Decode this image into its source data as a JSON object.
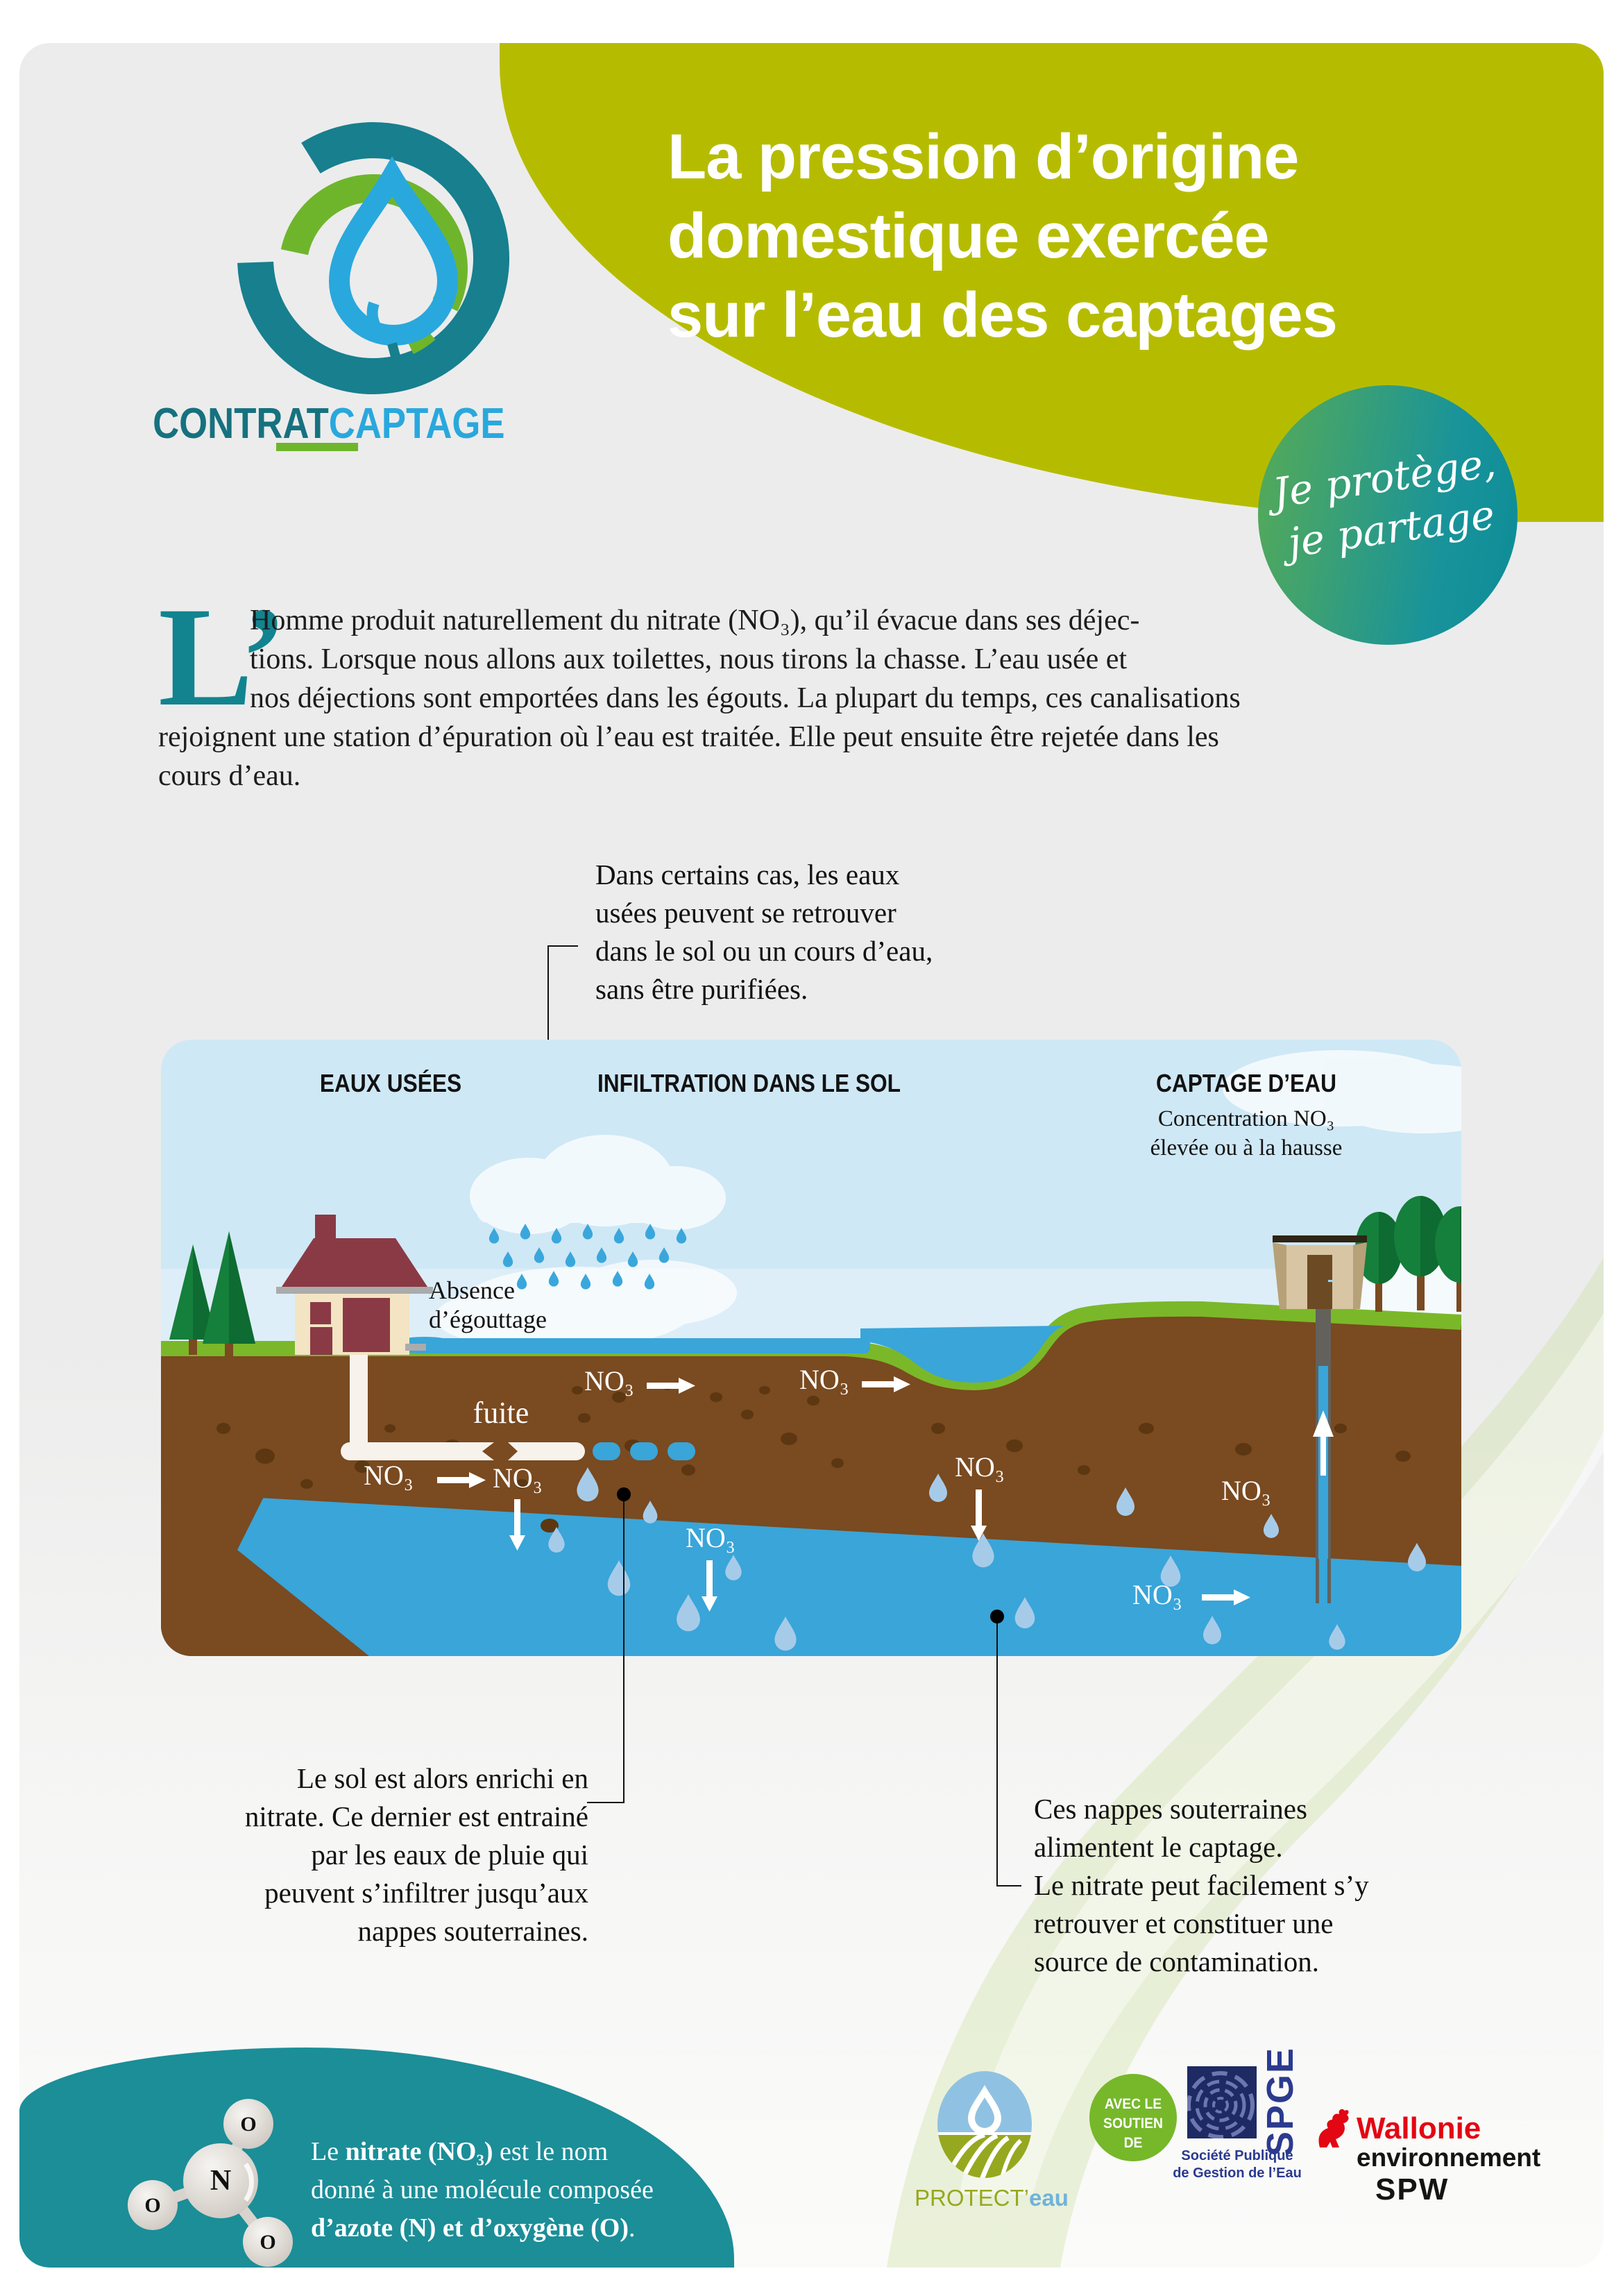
{
  "colors": {
    "olive": "#b5bc00",
    "teal": "#12848f",
    "teal_blob": "#1b8e98",
    "brand_dark_teal": "#16717f",
    "brand_blue": "#29a8dd",
    "logo_green": "#6fb52c",
    "sky": "#cfe8f5",
    "grass": "#7ab829",
    "soil": "#7a4a20",
    "water": "#39a5d9",
    "droplet": "#a6cbe9",
    "wallonie_red": "#e30613",
    "spge_blue": "#2b3a8f"
  },
  "brand": {
    "wordmark_primary": "CONTRAT",
    "wordmark_secondary": "CAPTAGE"
  },
  "header": {
    "title_line1": "La pression d’origine",
    "title_line2": "domestique exercée",
    "title_line3": "sur l’eau des captages",
    "badge_line1": "Je protège,",
    "badge_line2": "je partage"
  },
  "intro": {
    "dropcap": "L’",
    "line1": "Homme produit naturellement du nitrate (NO₃), qu’il évacue dans ses déjec-",
    "line2": "tions. Lorsque nous allons aux toilettes, nous tirons la chasse. L’eau usée et",
    "line3": "nos déjections sont emportées dans les égouts. La plupart du temps, ces canalisations",
    "line4": "rejoignent une station d’épuration où l’eau est traitée. Elle peut ensuite être rejetée dans les",
    "line5": "cours d’eau."
  },
  "annotation": {
    "line1": "Dans certains cas, les eaux",
    "line2": "usées peuvent se retrouver",
    "line3": "dans le sol ou un cours d’eau,",
    "line4": "sans être purifiées."
  },
  "diagram": {
    "header_left": "EAUX USÉES",
    "header_center": "INFILTRATION DANS LE SOL",
    "header_right": "CAPTAGE D’EAU",
    "header_right_sub1": "Concentration NO₃",
    "header_right_sub2": "élevée ou à la hausse",
    "label_absence1": "Absence",
    "label_absence2": "d’égouttage",
    "label_fuite": "fuite",
    "no3": "NO₃"
  },
  "caption_left": {
    "line1": "Le sol est alors enrichi en",
    "line2": "nitrate. Ce dernier est entrainé",
    "line3": "par les eaux de pluie qui",
    "line4": "peuvent s’infiltrer jusqu’aux",
    "line5": "nappes souterraines."
  },
  "caption_right": {
    "line1": "Ces nappes souterraines",
    "line2": "alimentent le captage.",
    "line3": "Le nitrate peut facilement s’y",
    "line4": "retrouver et constituer une",
    "line5": "source de contamination."
  },
  "nitrate_note": {
    "part1": "Le ",
    "part2": "nitrate (NO₃)",
    "part3": " est le nom",
    "line2": "donné à une molécule composée",
    "part4": "d’azote (N) et d’oxygène (O)",
    "part5": ".",
    "atom_n": "N",
    "atom_o": "O"
  },
  "footer": {
    "protecteau_primary": "PROTECT’",
    "protecteau_secondary": "eau",
    "support_line1": "AVEC LE",
    "support_line2": "SOUTIEN DE",
    "spge_acronym": "SPGE",
    "spge_caption1": "Société Publique",
    "spge_caption2": "de Gestion de l’Eau",
    "wallonie_region": "Wallonie",
    "wallonie_dept": "environnement",
    "wallonie_admin": "SPW"
  }
}
